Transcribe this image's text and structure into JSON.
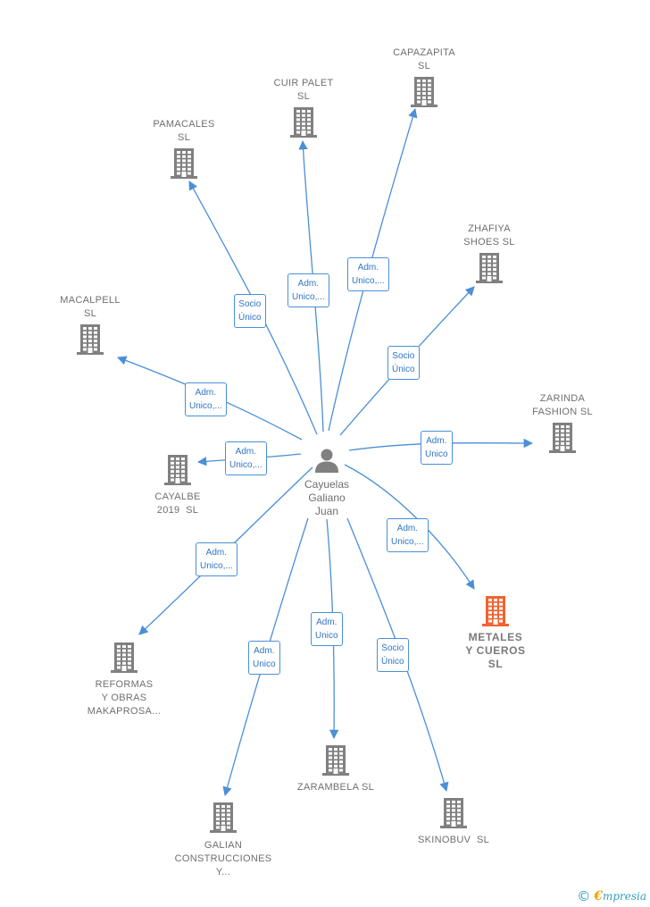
{
  "person": {
    "name": "Cayuelas\nGaliano\nJuan"
  },
  "colors": {
    "edge": "#4a8fd8",
    "building": "#808080",
    "highlight": "#f26230"
  },
  "companies": [
    {
      "id": "capazapita",
      "name": "CAPAZAPITA\nSL",
      "highlight": false
    },
    {
      "id": "cuir-palet",
      "name": "CUIR PALET\nSL",
      "highlight": false
    },
    {
      "id": "pamacales",
      "name": "PAMACALES\nSL",
      "highlight": false
    },
    {
      "id": "zhafiya",
      "name": "ZHAFIYA\nSHOES SL",
      "highlight": false
    },
    {
      "id": "macalpell",
      "name": "MACALPELL\nSL",
      "highlight": false
    },
    {
      "id": "zarinda",
      "name": "ZARINDA\nFASHION SL",
      "highlight": false
    },
    {
      "id": "cayalbe",
      "name": "CAYALBE\n2019  SL",
      "highlight": false
    },
    {
      "id": "metales",
      "name": "METALES\nY CUEROS\nSL",
      "highlight": true
    },
    {
      "id": "reformas",
      "name": "REFORMAS\nY OBRAS\nMAKAPROSA...",
      "highlight": false
    },
    {
      "id": "zarambela",
      "name": "ZARAMBELA SL",
      "highlight": false
    },
    {
      "id": "skinobuv",
      "name": "SKINOBUV  SL",
      "highlight": false
    },
    {
      "id": "galian",
      "name": "GALIAN\nCONSTRUCCIONES\nY...",
      "highlight": false
    }
  ],
  "relations": [
    {
      "to": "capazapita",
      "label": "Adm.\nUnico,..."
    },
    {
      "to": "cuir-palet",
      "label": "Adm.\nUnico,..."
    },
    {
      "to": "pamacales",
      "label": "Socio\nÚnico"
    },
    {
      "to": "zhafiya",
      "label": "Socio\nÚnico"
    },
    {
      "to": "macalpell",
      "label": "Adm.\nUnico,..."
    },
    {
      "to": "zarinda",
      "label": "Adm.\nUnico"
    },
    {
      "to": "cayalbe",
      "label": "Adm.\nUnico,..."
    },
    {
      "to": "metales",
      "label": "Adm.\nUnico,..."
    },
    {
      "to": "reformas",
      "label": "Adm.\nUnico,..."
    },
    {
      "to": "zarambela",
      "label": "Adm.\nUnico"
    },
    {
      "to": "skinobuv",
      "label": "Socio\nÚnico"
    },
    {
      "to": "galian",
      "label": "Adm.\nUnico"
    }
  ],
  "footer": {
    "copyright": "©",
    "brand_first": "€",
    "brand_rest": "mpresia"
  }
}
